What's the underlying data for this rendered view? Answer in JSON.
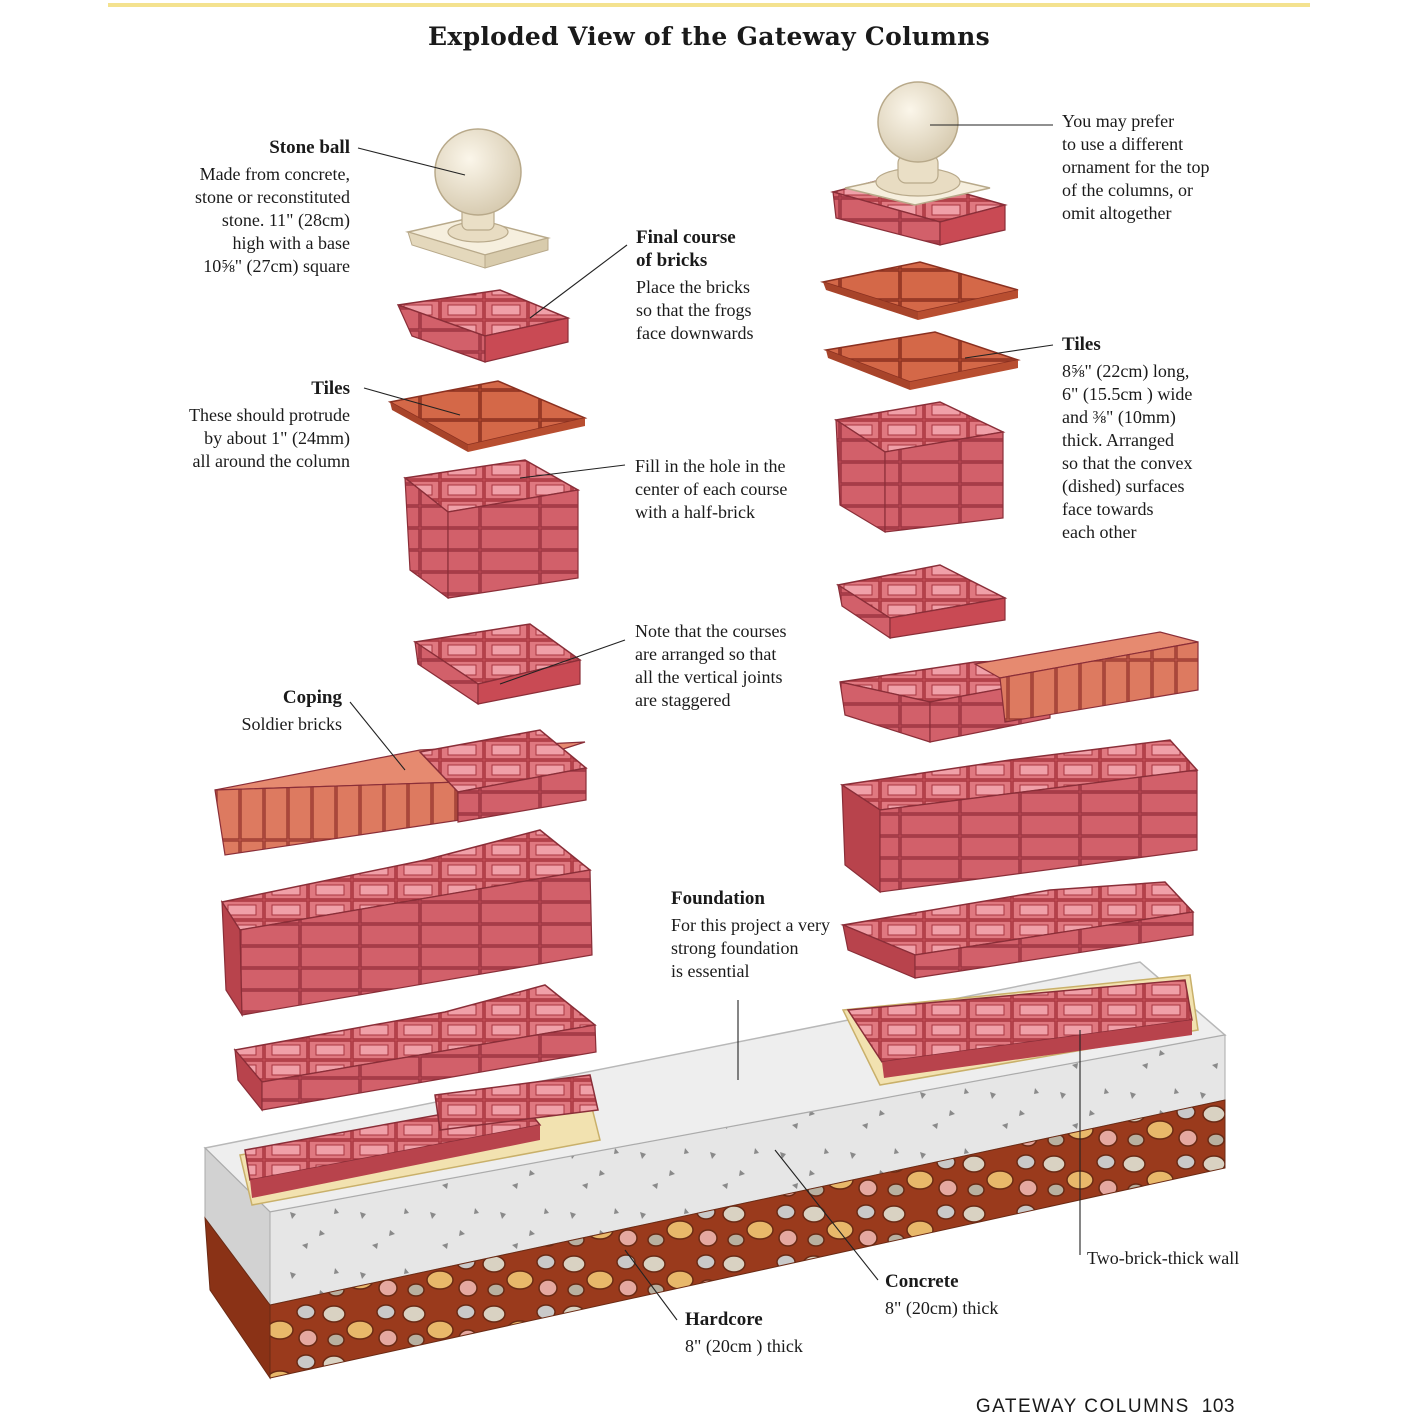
{
  "title": "Exploded View of the Gateway Columns",
  "labels": {
    "stone_ball": {
      "heading": "Stone ball",
      "body": "Made from concrete,\nstone or reconstituted\nstone. 11\" (28cm)\nhigh with a base\n10⅝\" (27cm) square"
    },
    "final_course": {
      "heading": "Final course\nof bricks",
      "body": "Place the bricks\nso that the frogs\nface downwards"
    },
    "tiles_left": {
      "heading": "Tiles",
      "body": "These should protrude\nby about 1\" (24mm)\nall around the column"
    },
    "fill_hole": {
      "body": "Fill in the hole in the\ncenter of each course\nwith a half-brick"
    },
    "staggered": {
      "body": "Note that the courses\nare arranged so that\nall the vertical joints\nare staggered"
    },
    "coping": {
      "heading": "Coping",
      "body": "Soldier bricks"
    },
    "foundation": {
      "heading": "Foundation",
      "body": "For this project a very\nstrong foundation\nis essential"
    },
    "ornament": {
      "body": "You may prefer\nto use a different\nornament for the top\nof the columns, or\nomit altogether"
    },
    "tiles_right": {
      "heading": "Tiles",
      "body": "8⅝\" (22cm) long,\n6\" (15.5cm ) wide\nand ⅜\" (10mm)\nthick. Arranged\nso that the convex\n(dished) surfaces\nface towards\neach other"
    },
    "two_brick_wall": {
      "body": "Two-brick-thick wall"
    },
    "concrete": {
      "heading": "Concrete",
      "body": "8\" (20cm) thick"
    },
    "hardcore": {
      "heading": "Hardcore",
      "body": "8\" (20cm ) thick"
    }
  },
  "footer": {
    "section": "GATEWAY COLUMNS",
    "page": "103"
  },
  "colors": {
    "brick": "#d9616a",
    "brick_dark": "#b8434c",
    "tile": "#cc5a3a",
    "concrete": "#e6e6e6",
    "hardcore_soil": "#9a3a1c",
    "stone": "#efe6d4",
    "accent_rule": "#f4e28f"
  }
}
